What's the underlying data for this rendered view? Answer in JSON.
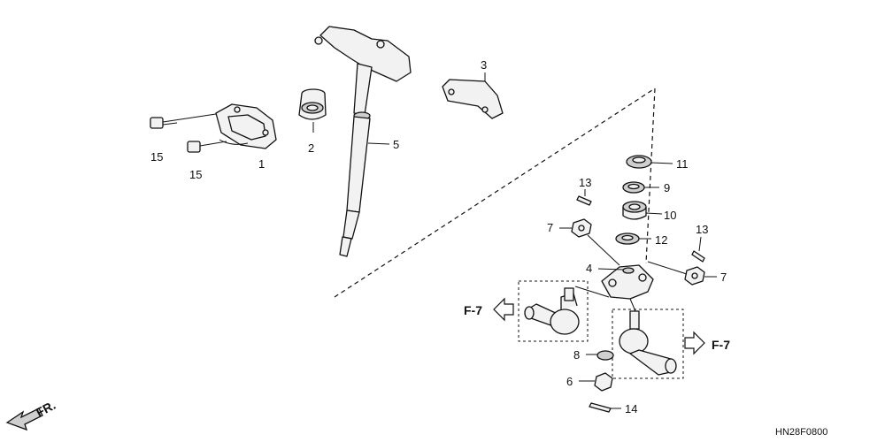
{
  "callouts": {
    "c1": "1",
    "c2": "2",
    "c3": "3",
    "c4": "4",
    "c5": "5",
    "c6": "6",
    "c7a": "7",
    "c7b": "7",
    "c8": "8",
    "c9": "9",
    "c10": "10",
    "c11": "11",
    "c12": "12",
    "c13a": "13",
    "c13b": "13",
    "c14": "14",
    "c15a": "15",
    "c15b": "15"
  },
  "refs": {
    "left": "F-7",
    "right": "F-7"
  },
  "front_marker": "FR.",
  "diagram_code": "HN28F0800"
}
